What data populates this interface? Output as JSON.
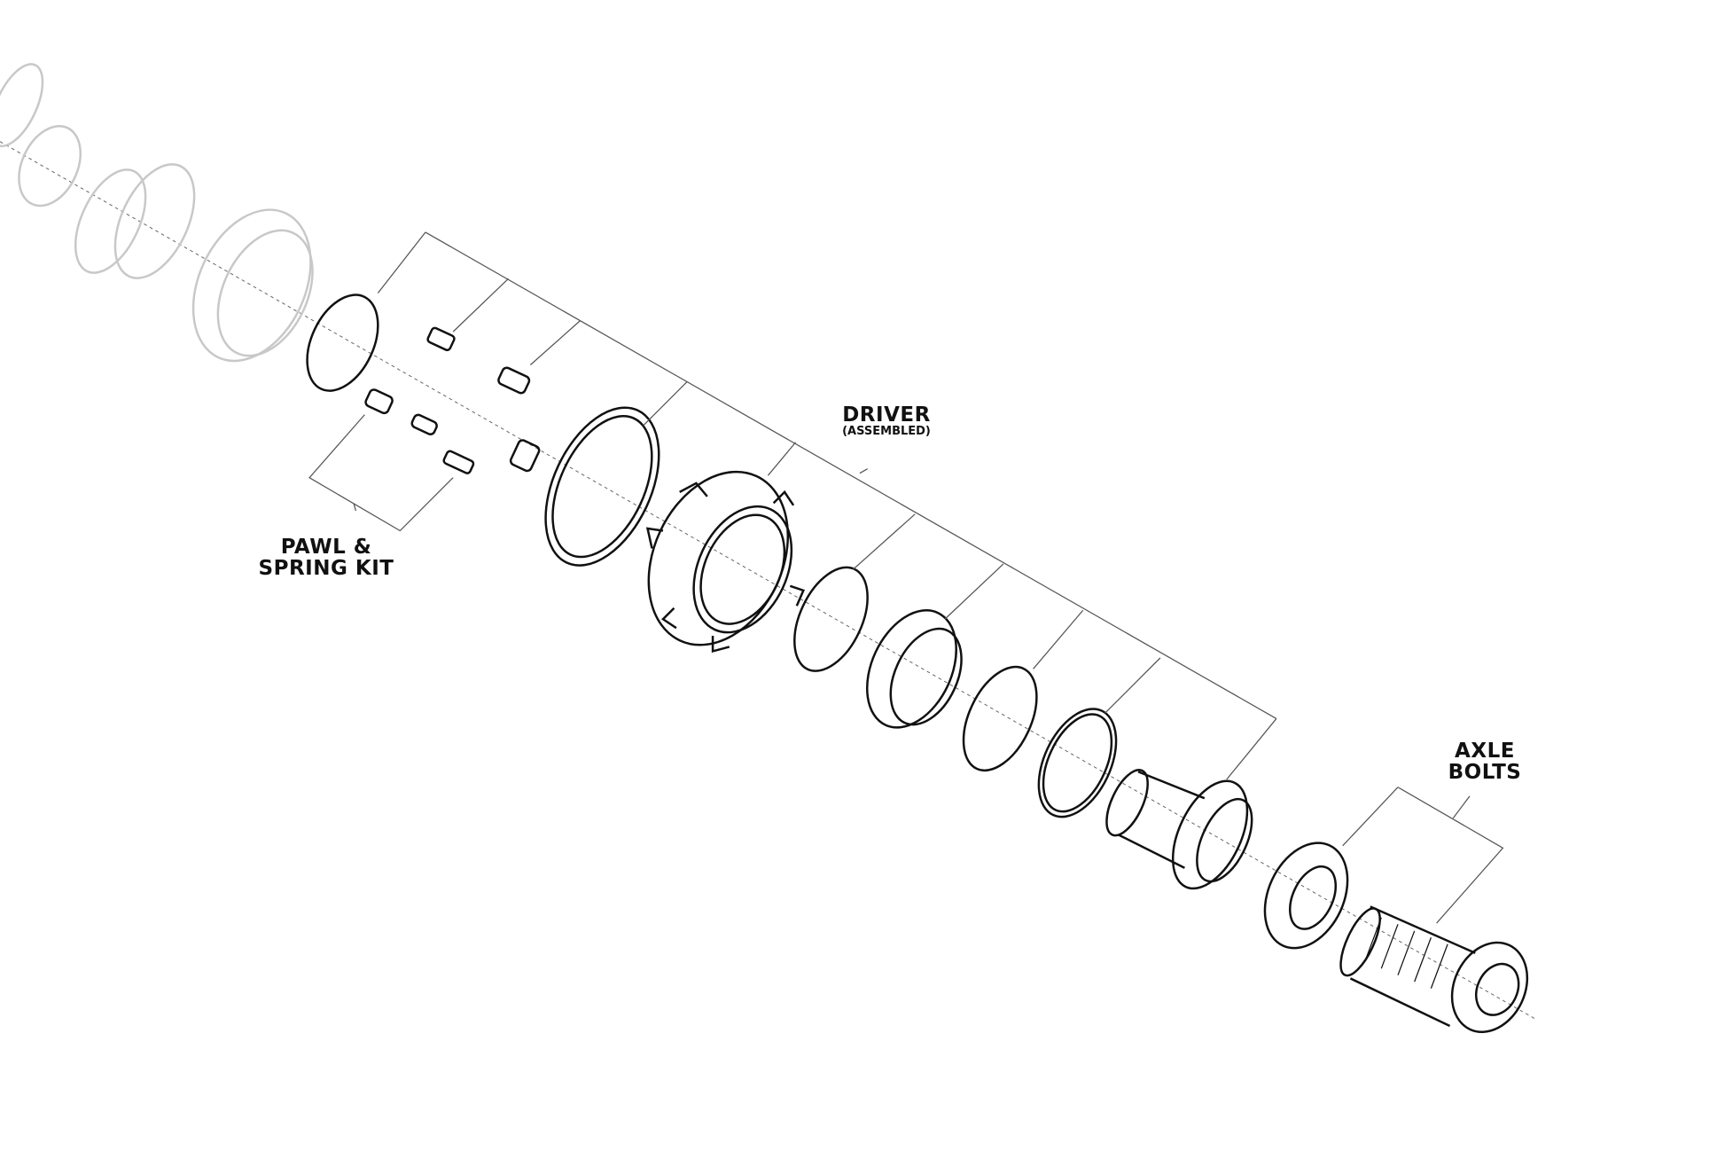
{
  "labels": {
    "driver": "DRIVER",
    "driver_sub": "(ASSEMBLED)",
    "pawl_line1": "PAWL &",
    "pawl_line2": "SPRING KIT",
    "axle_line1": "AXLE",
    "axle_line2": "BOLTS"
  },
  "colors": {
    "line": "#111111",
    "faded": "#c8c8c8",
    "leader": "#555555"
  }
}
